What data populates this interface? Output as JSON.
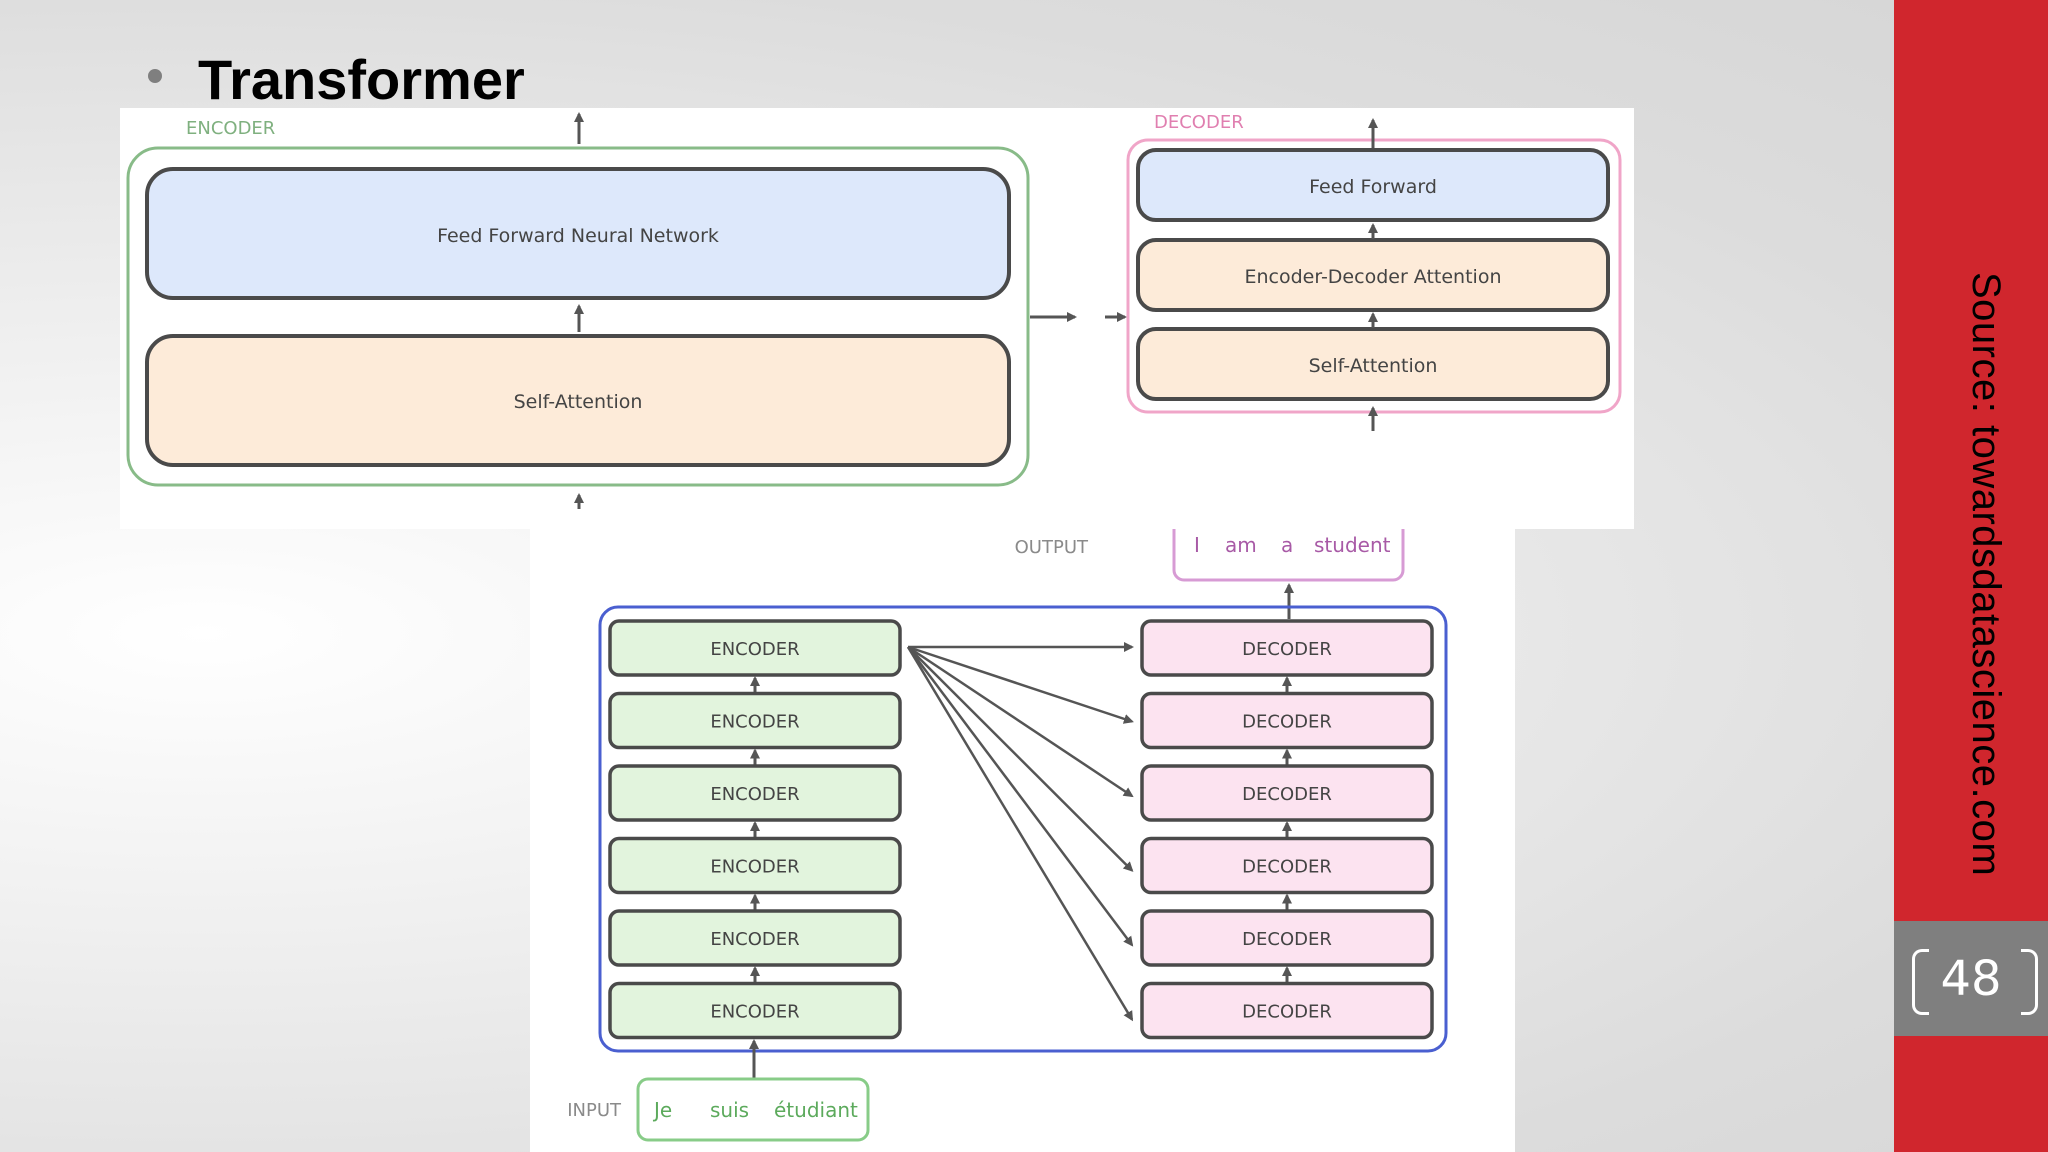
{
  "slide": {
    "title": "Transformer",
    "source": "Source: towardsdatascience.com",
    "page_number": "48"
  },
  "top_diagram": {
    "encoder_label": "ENCODER",
    "decoder_label": "DECODER",
    "encoder_layers": [
      "Feed Forward Neural Network",
      "Self-Attention"
    ],
    "decoder_layers": [
      "Feed Forward",
      "Encoder-Decoder Attention",
      "Self-Attention"
    ]
  },
  "stack_diagram": {
    "output_label": "OUTPUT",
    "output_tokens": [
      "I",
      "am",
      "a",
      "student"
    ],
    "input_label": "INPUT",
    "input_tokens": [
      "Je",
      "suis",
      "étudiant"
    ],
    "encoders": [
      "ENCODER",
      "ENCODER",
      "ENCODER",
      "ENCODER",
      "ENCODER",
      "ENCODER"
    ],
    "decoders": [
      "DECODER",
      "DECODER",
      "DECODER",
      "DECODER",
      "DECODER",
      "DECODER"
    ]
  },
  "colors": {
    "encoder_frame": "#88bb88",
    "decoder_frame": "#f0a5c8",
    "ffn_fill": "#dde8fb",
    "attention_fill": "#fdebd9",
    "encoder_fill": "#e2f4dd",
    "decoder_fill": "#fce3f0",
    "stack_frame": "#4a5fd0",
    "arrow": "#555555",
    "sidebar": "#d0262d"
  }
}
